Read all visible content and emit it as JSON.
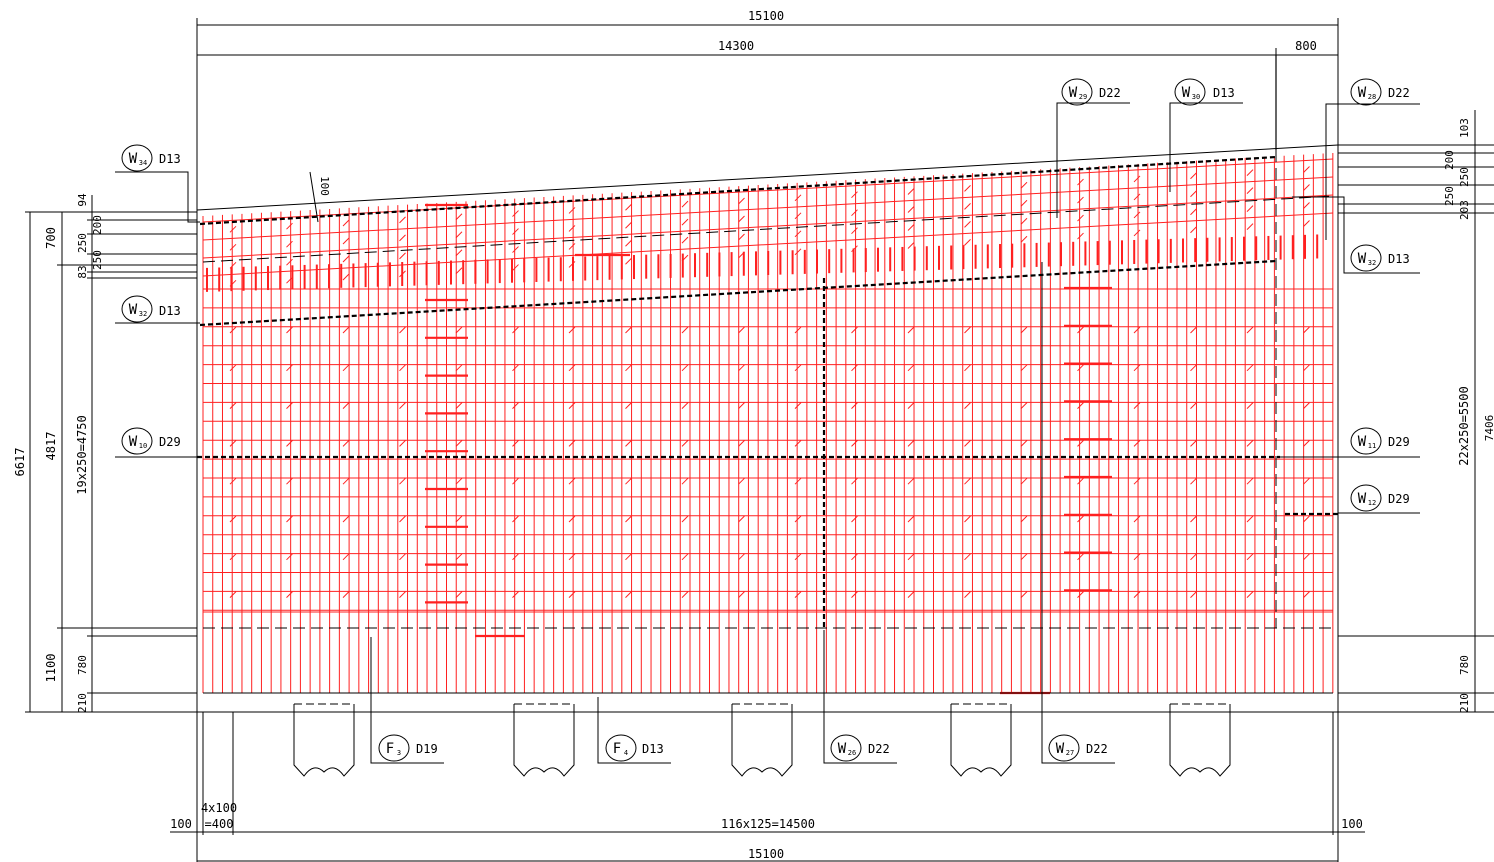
{
  "colors": {
    "rebar": "#ff2020",
    "line": "#000000",
    "background": "#ffffff"
  },
  "dimensions": {
    "top_overall": "15100",
    "top_main": "14300",
    "top_right": "800",
    "bottom_overall": "15100",
    "bottom_left_edge": "100",
    "bottom_left_spacing_line1": "4x100",
    "bottom_left_spacing_line2": "=400",
    "bottom_main": "116x125=14500",
    "bottom_right_edge": "100",
    "slope_cover": "100",
    "left_total": "6617",
    "left_upper": "700",
    "left_middle": "4817",
    "left_lower": "1100",
    "left_94": "94",
    "left_250": "250",
    "left_200": "200",
    "left_250b": "250",
    "left_83": "83",
    "left_spacing": "19x250=4750",
    "left_780": "780",
    "left_210": "210",
    "right_103": "103",
    "right_200": "200",
    "right_250a": "250",
    "right_250b": "250",
    "right_203": "203",
    "right_spacing": "22x250=5500",
    "right_780": "780",
    "right_210": "210",
    "right_total_partial": "7406"
  },
  "callouts": {
    "w34": {
      "letter": "W",
      "number": "34",
      "size": "D13"
    },
    "w32_left": {
      "letter": "W",
      "number": "32",
      "size": "D13"
    },
    "w10": {
      "letter": "W",
      "number": "10",
      "size": "D29"
    },
    "w29": {
      "letter": "W",
      "number": "29",
      "size": "D22"
    },
    "w30": {
      "letter": "W",
      "number": "30",
      "size": "D13"
    },
    "w28": {
      "letter": "W",
      "number": "28",
      "size": "D22"
    },
    "w32_right": {
      "letter": "W",
      "number": "32",
      "size": "D13"
    },
    "w11": {
      "letter": "W",
      "number": "11",
      "size": "D29"
    },
    "w12": {
      "letter": "W",
      "number": "12",
      "size": "D29"
    },
    "f3": {
      "letter": "F",
      "number": "3",
      "size": "D19"
    },
    "f4": {
      "letter": "F",
      "number": "4",
      "size": "D13"
    },
    "w26": {
      "letter": "W",
      "number": "26",
      "size": "D22"
    },
    "w27": {
      "letter": "W",
      "number": "27",
      "size": "D22"
    }
  }
}
